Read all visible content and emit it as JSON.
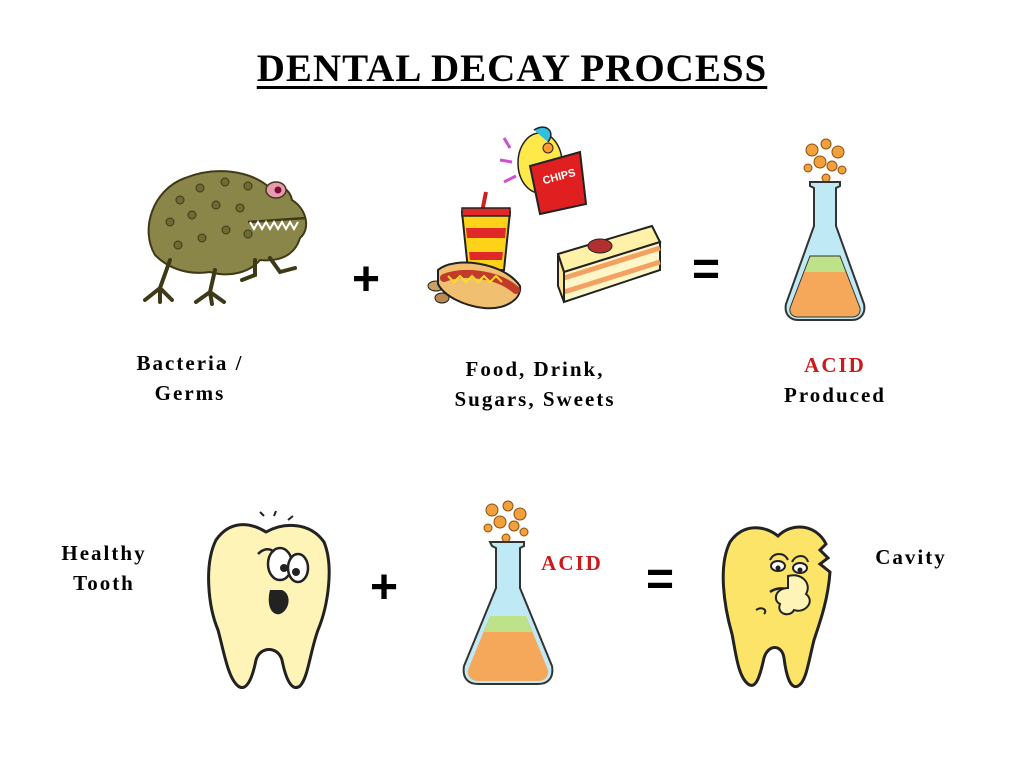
{
  "title": "DENTAL DECAY PROCESS",
  "row1": {
    "bacteria_label_1": "Bacteria /",
    "bacteria_label_2": "Germs",
    "plus": "+",
    "food_label_1": "Food, Drink,",
    "food_label_2": "Sugars, Sweets",
    "equals": "=",
    "acid_word": "ACID",
    "acid_label_2": "Produced",
    "chips_text": "CHIPS"
  },
  "row2": {
    "tooth_label_1": "Healthy",
    "tooth_label_2": "Tooth",
    "plus": "+",
    "acid_word": "ACID",
    "equals": "=",
    "cavity_label": "Cavity"
  },
  "colors": {
    "acid_red": "#cc1a1a",
    "tooth_yellow": "#fff4b8",
    "monster_green": "#8a8548",
    "liquid_orange": "#f6a85a",
    "flask_blue": "#bfe9f5",
    "bubble_orange": "#f2a03c"
  }
}
